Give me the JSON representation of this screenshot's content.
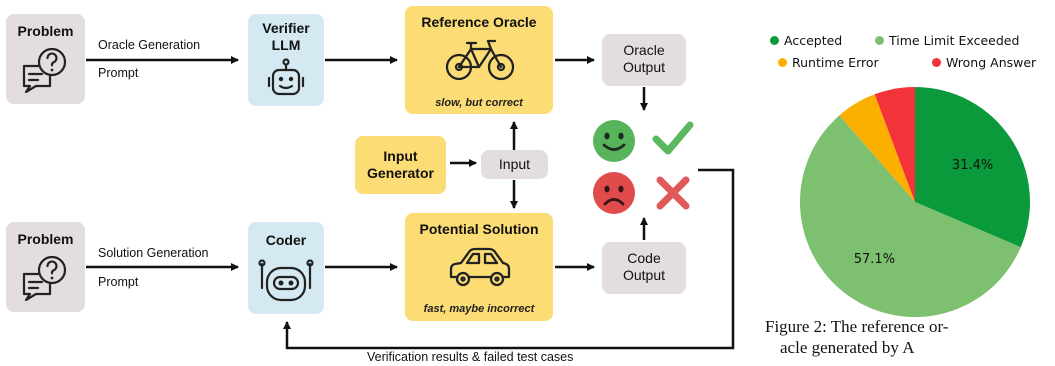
{
  "diagram": {
    "problem_top": "Problem",
    "problem_bottom": "Problem",
    "verifier_line1": "Verifier",
    "verifier_line2": "LLM",
    "coder": "Coder",
    "reference_oracle": "Reference Oracle",
    "reference_caption": "slow, but correct",
    "potential_solution": "Potential Solution",
    "potential_caption": "fast, maybe incorrect",
    "input_generator_line1": "Input",
    "input_generator_line2": "Generator",
    "input": "Input",
    "oracle_output_line1": "Oracle",
    "oracle_output_line2": "Output",
    "code_output_line1": "Code",
    "code_output_line2": "Output",
    "edge_oracle_generation": "Oracle Generation",
    "edge_prompt_top": "Prompt",
    "edge_solution_generation": "Solution Generation",
    "edge_prompt_bottom": "Prompt",
    "feedback": "Verification results & failed test cases",
    "icons": [
      "question-chat-icon",
      "robot-icon",
      "bicycle-icon",
      "car-icon",
      "smiley-icon",
      "sad-face-icon",
      "checkmark-icon",
      "cross-icon"
    ]
  },
  "chart_data": {
    "type": "pie",
    "categories": [
      "Accepted",
      "Time Limit Exceeded",
      "Runtime Error",
      "Wrong Answer"
    ],
    "values": [
      31.4,
      57.1,
      5.7,
      5.7
    ],
    "colors": [
      "#0a9a3c",
      "#7cc070",
      "#fbb000",
      "#f2333a"
    ],
    "data_labels": [
      "31.4%",
      "57.1%",
      "",
      ""
    ],
    "legend_placement": "top"
  },
  "caption": {
    "line1": "Figure 2:  The reference or-",
    "line2": "acle generated by A"
  }
}
